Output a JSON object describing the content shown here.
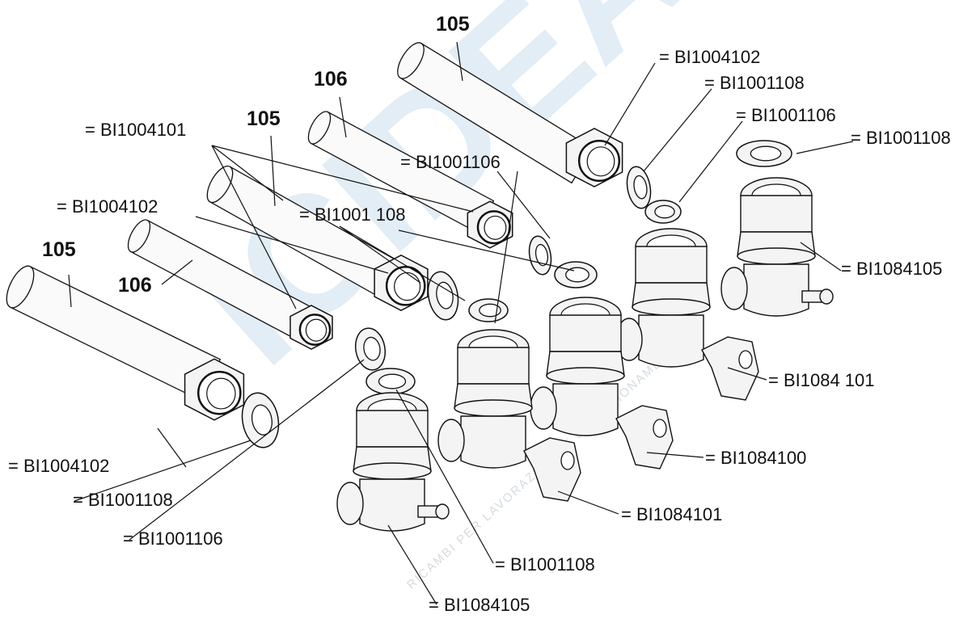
{
  "colors": {
    "ink": "#111111",
    "part_fill": "#f4f4f4",
    "watermark": "#1e73be"
  },
  "watermark": {
    "logo_text": "ICIDEA Aiuto",
    "tagline": "RICAMBI PER LAVORAZIONE E CONDIZIONAMENTO"
  },
  "part_numbers": {
    "n1": "105",
    "n2": "106",
    "n3": "105",
    "n4": "105",
    "n5": "106"
  },
  "labels": {
    "l01": "= BI1004102",
    "l02": "= BI1001108",
    "l03": "= BI1001106",
    "l04": "= BI1001108",
    "l05": "= BI1004101",
    "l06": "= BI1001106",
    "l07": "= BI1004102",
    "l08": "= BI1001 108",
    "l09": "= BI1084105",
    "l10": "= BI1084 101",
    "l11": "= BI1084100",
    "l12": "= BI1084101",
    "l13": "= BI1004102",
    "l14": "= BI1001108",
    "l15": "= BI1001106",
    "l16": "= BI1001108",
    "l17": "= BI1084105"
  }
}
